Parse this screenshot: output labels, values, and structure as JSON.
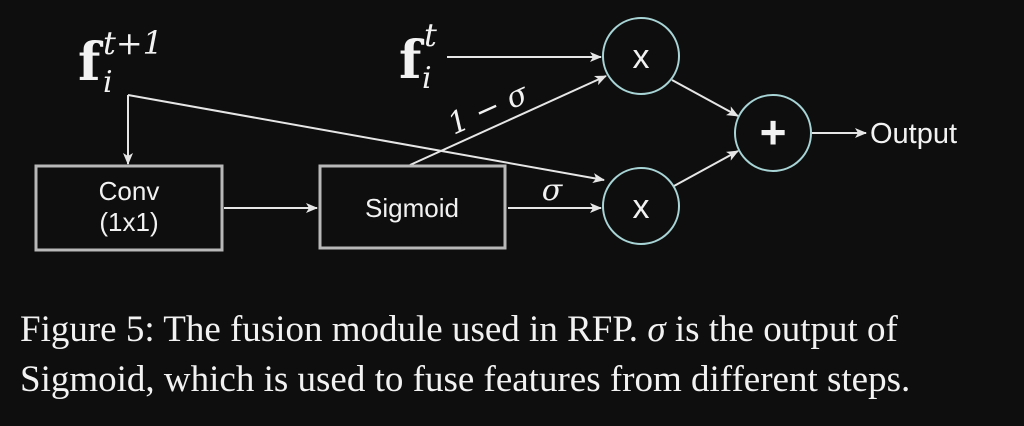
{
  "diagram": {
    "inputs": {
      "next_feature": {
        "base": "f",
        "subscript": "i",
        "superscript": "t+1"
      },
      "current_feature": {
        "base": "f",
        "subscript": "i",
        "superscript": "t"
      }
    },
    "blocks": {
      "conv": {
        "line1": "Conv",
        "line2": "(1x1)"
      },
      "sigmoid": {
        "label": "Sigmoid"
      }
    },
    "operators": {
      "multiply_top": "x",
      "multiply_bottom": "x",
      "add": "+"
    },
    "edge_labels": {
      "one_minus_sigma": "1 − σ",
      "sigma": "σ"
    },
    "output_label": "Output",
    "colors": {
      "background": "#0e0e0e",
      "line": "#e6e6e6",
      "box_stroke": "#b8b8b8",
      "node_stroke": "#a8d4d6",
      "text": "#f2f2f2"
    }
  },
  "caption": {
    "prefix": "Figure 5: The fusion module used in RFP.",
    "symbol": "σ",
    "middle": "is the output of",
    "line2": "Sigmoid, which is used to fuse features from different steps."
  }
}
